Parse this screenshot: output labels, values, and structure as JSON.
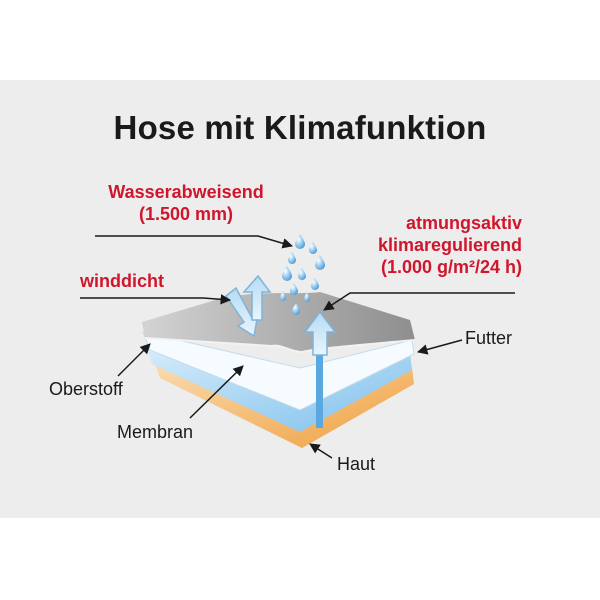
{
  "title": "Hose mit Klimafunktion",
  "features": {
    "water_repellent": {
      "line1": "Wasserabweisend",
      "line2": "(1.500 mm)"
    },
    "breathable": {
      "line1": "atmungsaktiv",
      "line2": "klimaregulierend",
      "line3": "(1.000 g/m²/24 h)"
    },
    "windproof": "winddicht"
  },
  "layers": {
    "outer": "Oberstoff",
    "membrane": "Membran",
    "lining": "Futter",
    "skin": "Haut"
  },
  "colors": {
    "accent_red": "#d0162c",
    "background_panel": "#ededed",
    "outer_fabric": "#a9a9a9",
    "membrane": "#a8d4f2",
    "skin": "#f3b466",
    "water_drop": "#6fb2e3"
  }
}
